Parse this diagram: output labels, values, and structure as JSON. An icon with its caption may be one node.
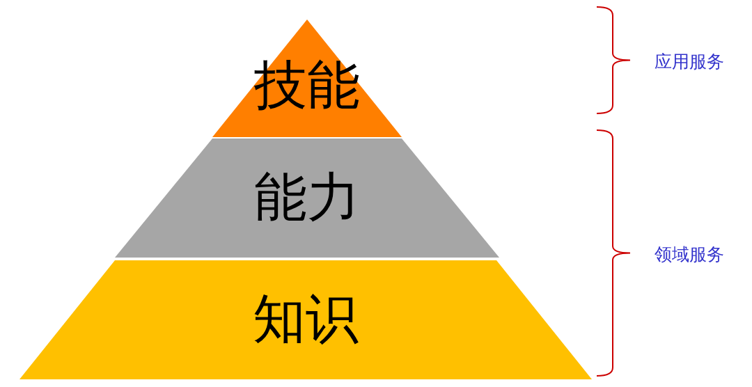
{
  "diagram": {
    "nodes": [
      {
        "text": [
          "技能"
        ]
      },
      {
        "text": [
          "能力"
        ]
      },
      {
        "text": [
          "知识"
        ]
      }
    ],
    "labels": [
      "应用服务",
      "领域服务"
    ]
  }
}
